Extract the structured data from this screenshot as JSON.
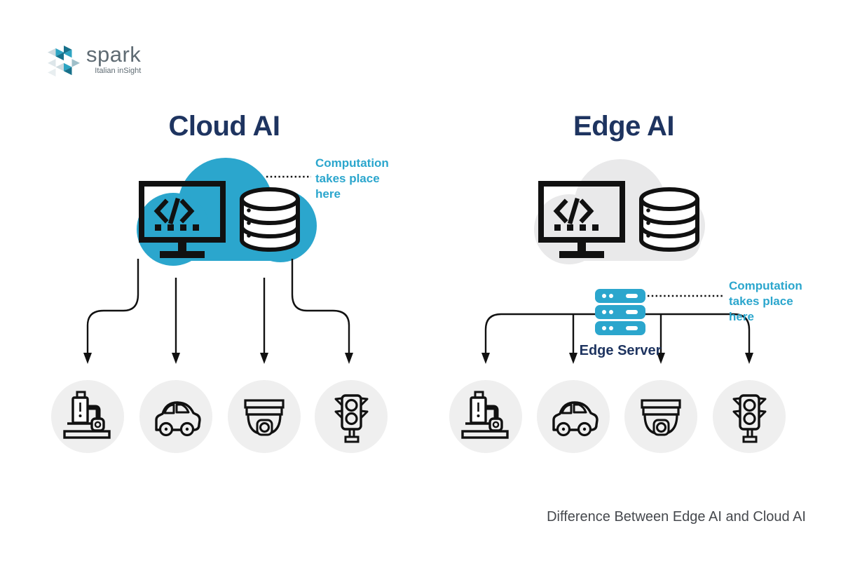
{
  "logo": {
    "brand": "spark",
    "tagline": "Italian inSight"
  },
  "cloud_ai": {
    "title": "Cloud AI",
    "annotation": "Computation takes place here"
  },
  "edge_ai": {
    "title": "Edge AI",
    "annotation": "Computation takes place here",
    "server_label": "Edge Server"
  },
  "caption": "Difference Between Edge AI and Cloud AI",
  "devices": [
    "robotic-arm",
    "car",
    "security-camera",
    "traffic-light"
  ],
  "icons": {
    "cloud": "cloud-shape",
    "monitor": "monitor-code-icon",
    "database": "database-icon",
    "server": "edge-server-icon"
  },
  "colors": {
    "accent_teal": "#2BA6CD",
    "navy": "#1E3460",
    "cloud_gray": "#E9E9EA",
    "circle_gray": "#EFEFEF",
    "ink": "#111111",
    "caption_gray": "#45484D",
    "logo_gray": "#5F6B73"
  }
}
